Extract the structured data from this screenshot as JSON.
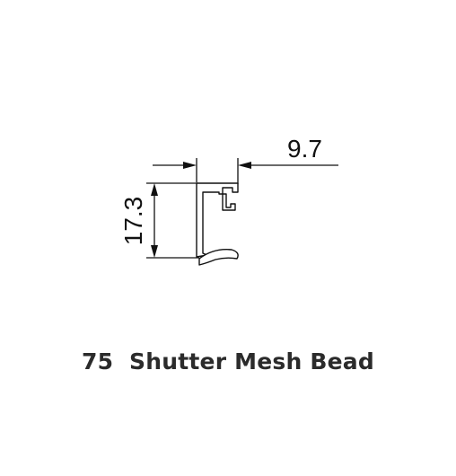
{
  "dimensions": {
    "width_label": "9.7",
    "height_label": "17.3"
  },
  "product": {
    "title": "75  Shutter Mesh Bead"
  },
  "colors": {
    "line": "#111111",
    "title": "#2b2b2b",
    "background": "#ffffff"
  }
}
